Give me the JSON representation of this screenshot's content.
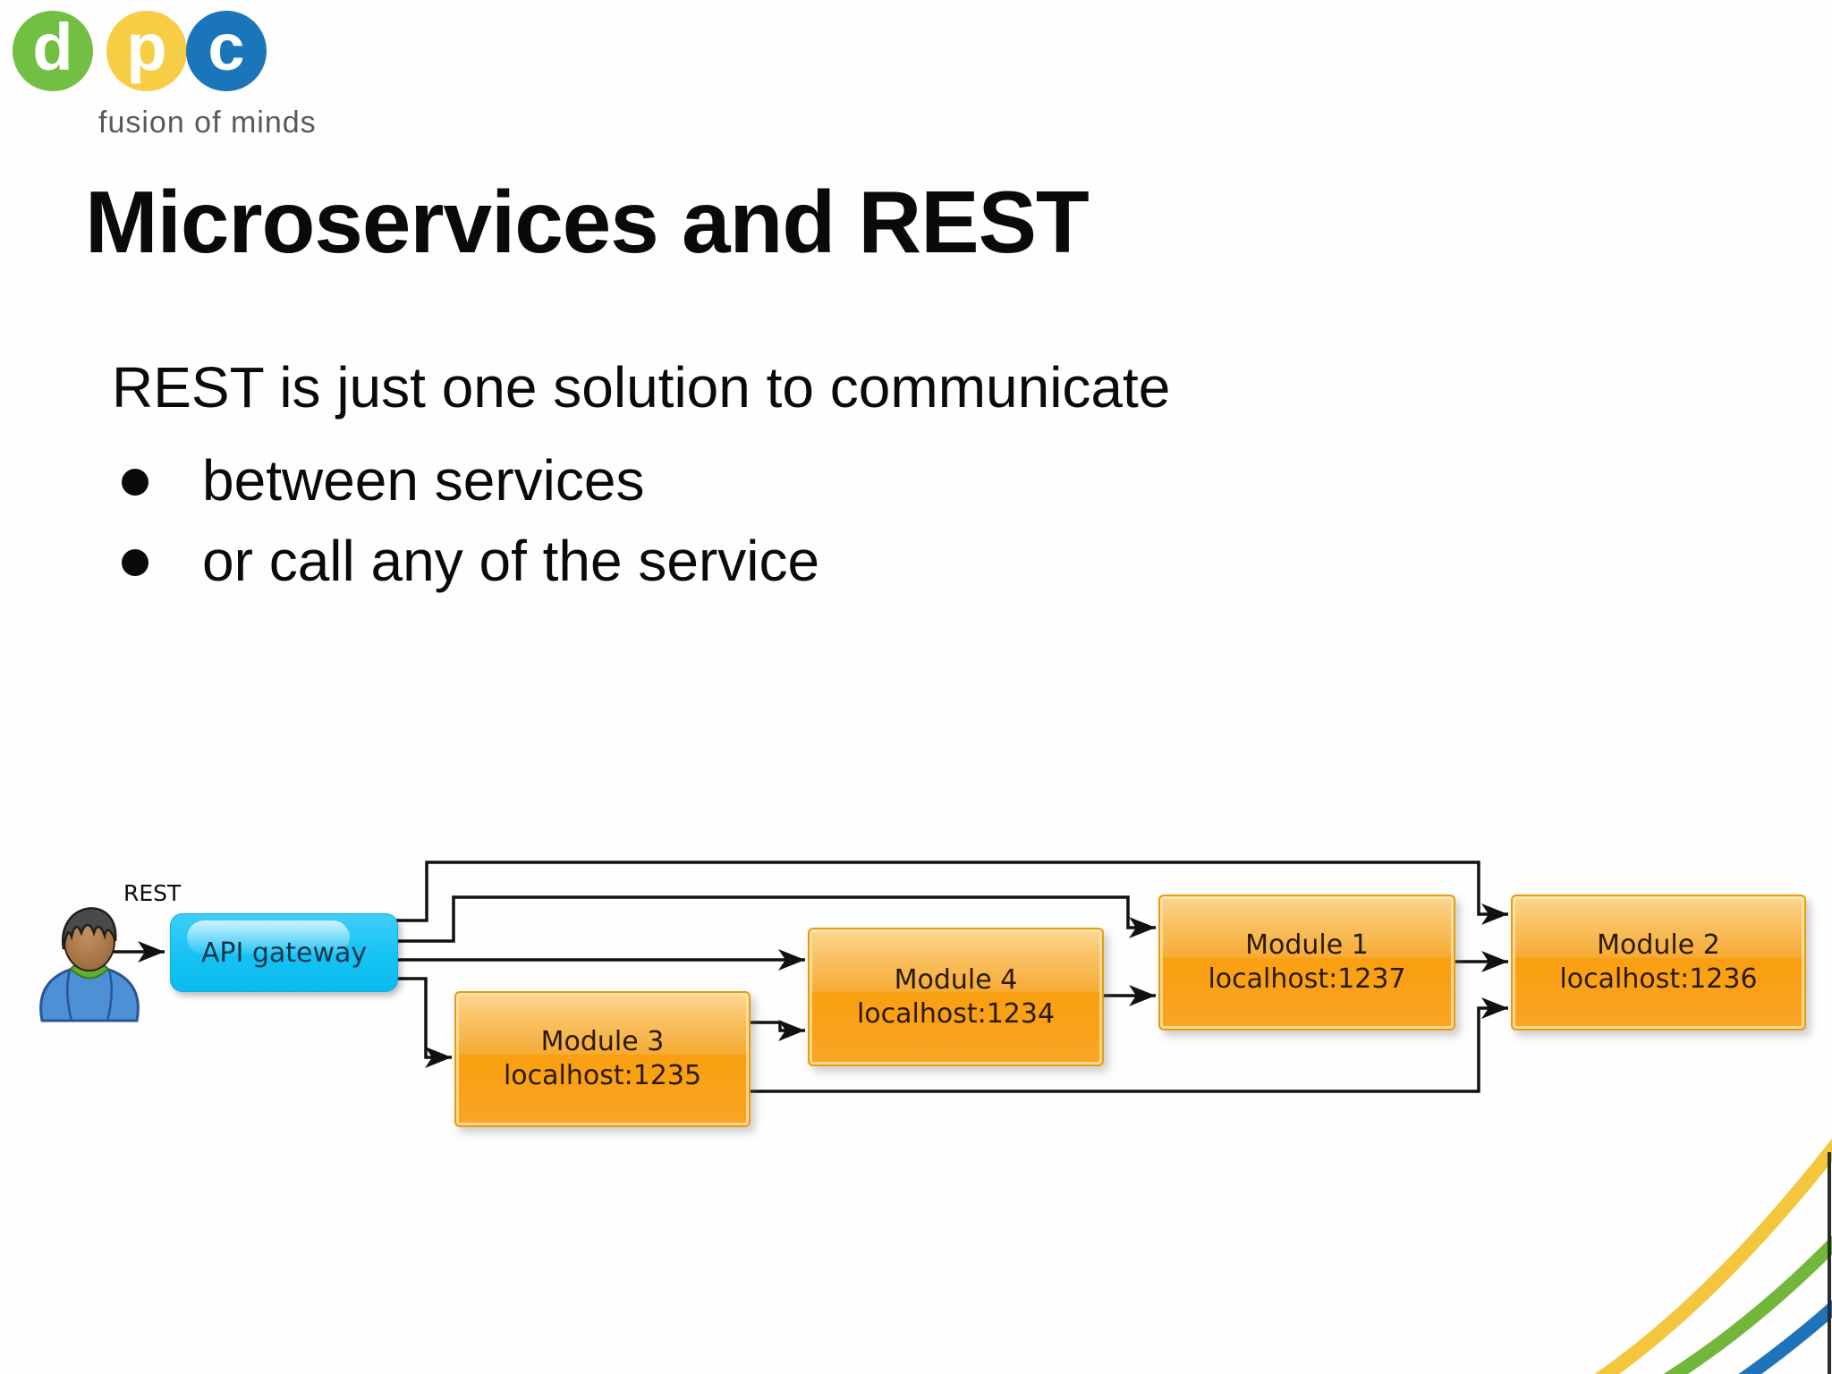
{
  "logo": {
    "letters": [
      "d",
      "p",
      "c"
    ],
    "circle_colors": [
      "#72BF44",
      "#F8CD46",
      "#1B75BB"
    ],
    "tagline": "fusion of minds"
  },
  "title": "Microservices and REST",
  "intro": "REST is just one solution to communicate",
  "bullets": [
    "between services",
    "or call any of the service"
  ],
  "diagram": {
    "actor": "user",
    "actor_label": "REST",
    "gateway": {
      "label": "API gateway",
      "color": "#15c2f4"
    },
    "modules": [
      {
        "name": "Module 1",
        "host": "localhost:1237"
      },
      {
        "name": "Module 2",
        "host": "localhost:1236"
      },
      {
        "name": "Module 3",
        "host": "localhost:1235"
      },
      {
        "name": "Module 4",
        "host": "localhost:1234"
      }
    ],
    "module_color": "#f9a01d",
    "connections": [
      {
        "from": "user",
        "to": "API gateway",
        "label": "REST"
      },
      {
        "from": "API gateway",
        "to": "Module 2"
      },
      {
        "from": "API gateway",
        "to": "Module 1"
      },
      {
        "from": "API gateway",
        "to": "Module 4"
      },
      {
        "from": "API gateway",
        "to": "Module 3"
      },
      {
        "from": "Module 3",
        "to": "Module 4"
      },
      {
        "from": "Module 3",
        "to": "Module 2"
      },
      {
        "from": "Module 4",
        "to": "Module 1"
      },
      {
        "from": "Module 1",
        "to": "Module 2"
      }
    ]
  },
  "decor": {
    "stripe_colors": [
      "#F3C63E",
      "#72B73C",
      "#1E73B9"
    ]
  }
}
